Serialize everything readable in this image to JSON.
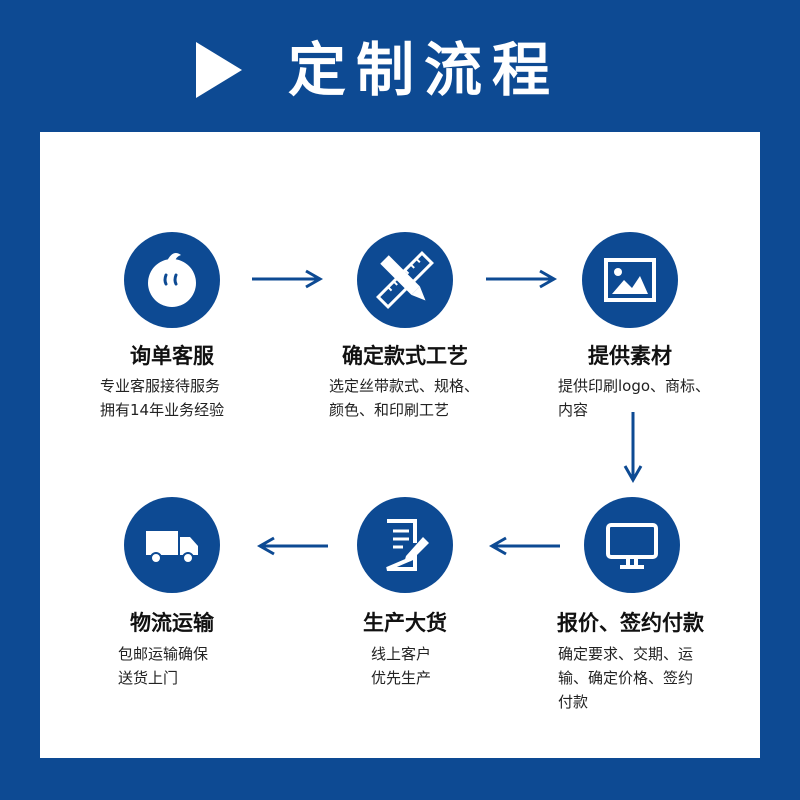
{
  "title": "定制流程",
  "colors": {
    "brand": "#0d4a93"
  },
  "steps": [
    {
      "icon": "chat-bubble-icon",
      "title": "询单客服",
      "desc": [
        "专业客服接待服务",
        "拥有14年业务经验"
      ]
    },
    {
      "icon": "ruler-pencil-icon",
      "title": "确定款式工艺",
      "desc": [
        "选定丝带款式、规格、",
        "颜色、和印刷工艺"
      ]
    },
    {
      "icon": "image-icon",
      "title": "提供素材",
      "desc": [
        "提供印刷logo、商标、",
        "内容"
      ]
    },
    {
      "icon": "monitor-icon",
      "title": "报价、签约付款",
      "desc": [
        "确定要求、交期、运",
        "输、确定价格、签约",
        "付款"
      ]
    },
    {
      "icon": "document-edit-icon",
      "title": "生产大货",
      "desc": [
        "线上客户",
        "优先生产"
      ]
    },
    {
      "icon": "truck-icon",
      "title": "物流运输",
      "desc": [
        "包邮运输确保",
        "送货上门"
      ]
    }
  ]
}
